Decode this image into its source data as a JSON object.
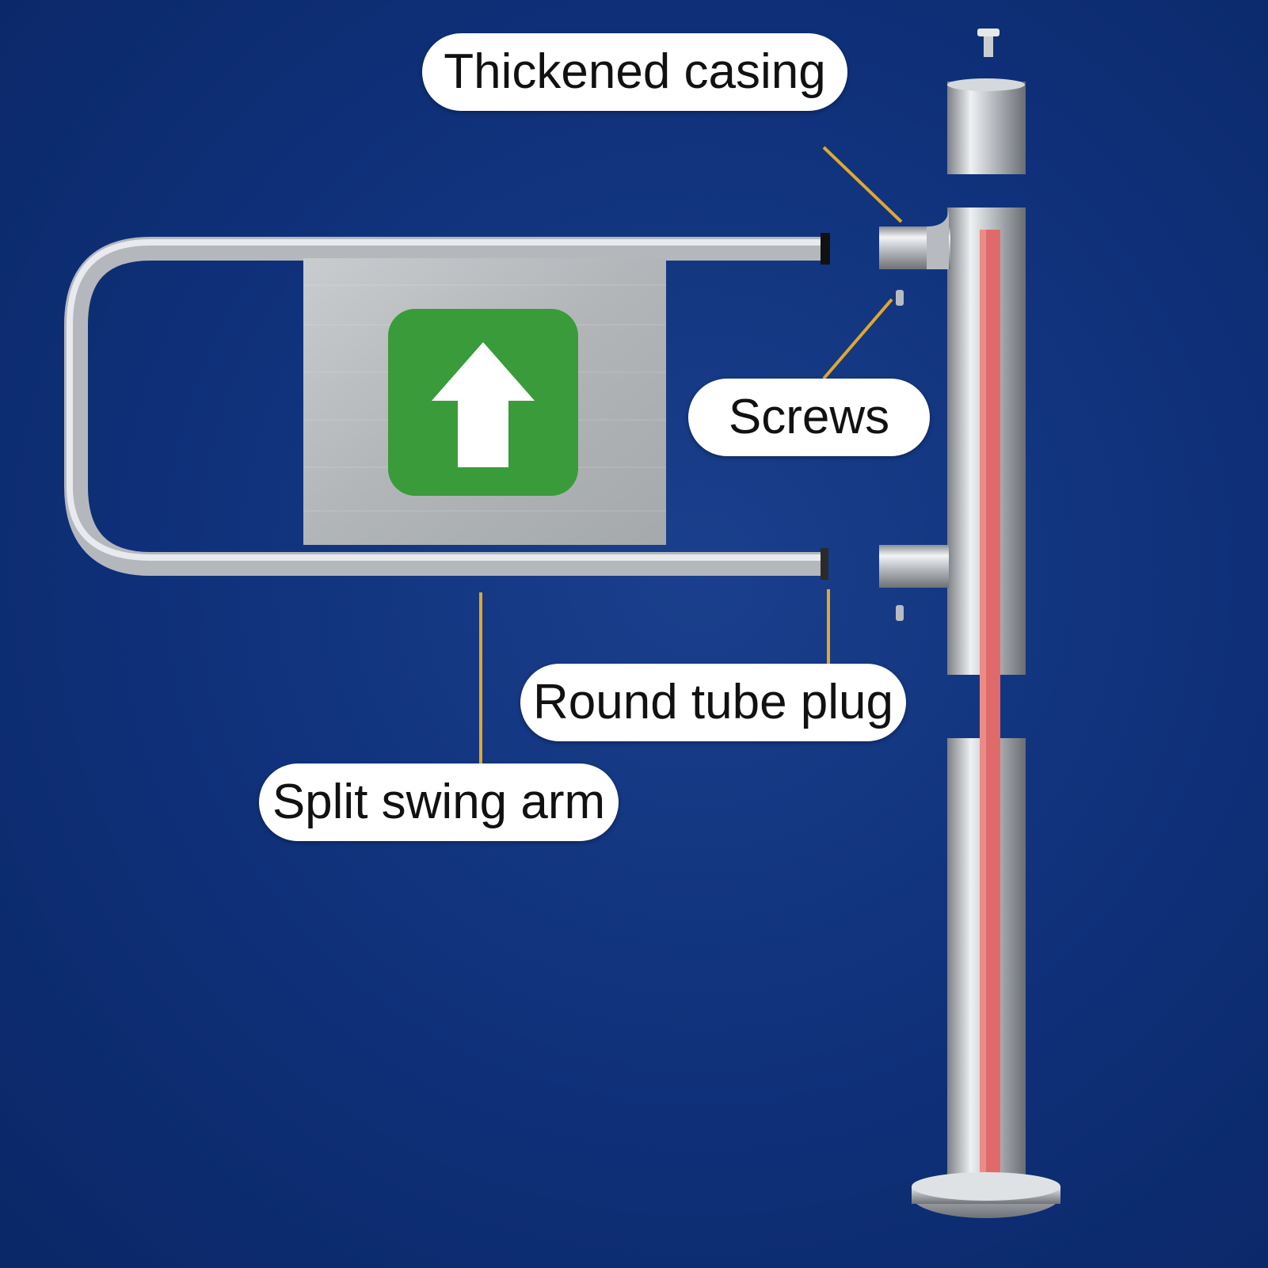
{
  "labels": {
    "thickened_casing": "Thickened casing",
    "screws": "Screws",
    "round_tube_plug": "Round tube plug",
    "split_swing_arm": "Split swing arm"
  },
  "colors": {
    "background": "#0f3079",
    "leader_line": "#e0a82e",
    "sign_green": "#3a9b3a",
    "indicator_red": "#e06a6a",
    "steel": "#c9cdd1"
  },
  "icons": [
    "arrow-up-icon"
  ]
}
